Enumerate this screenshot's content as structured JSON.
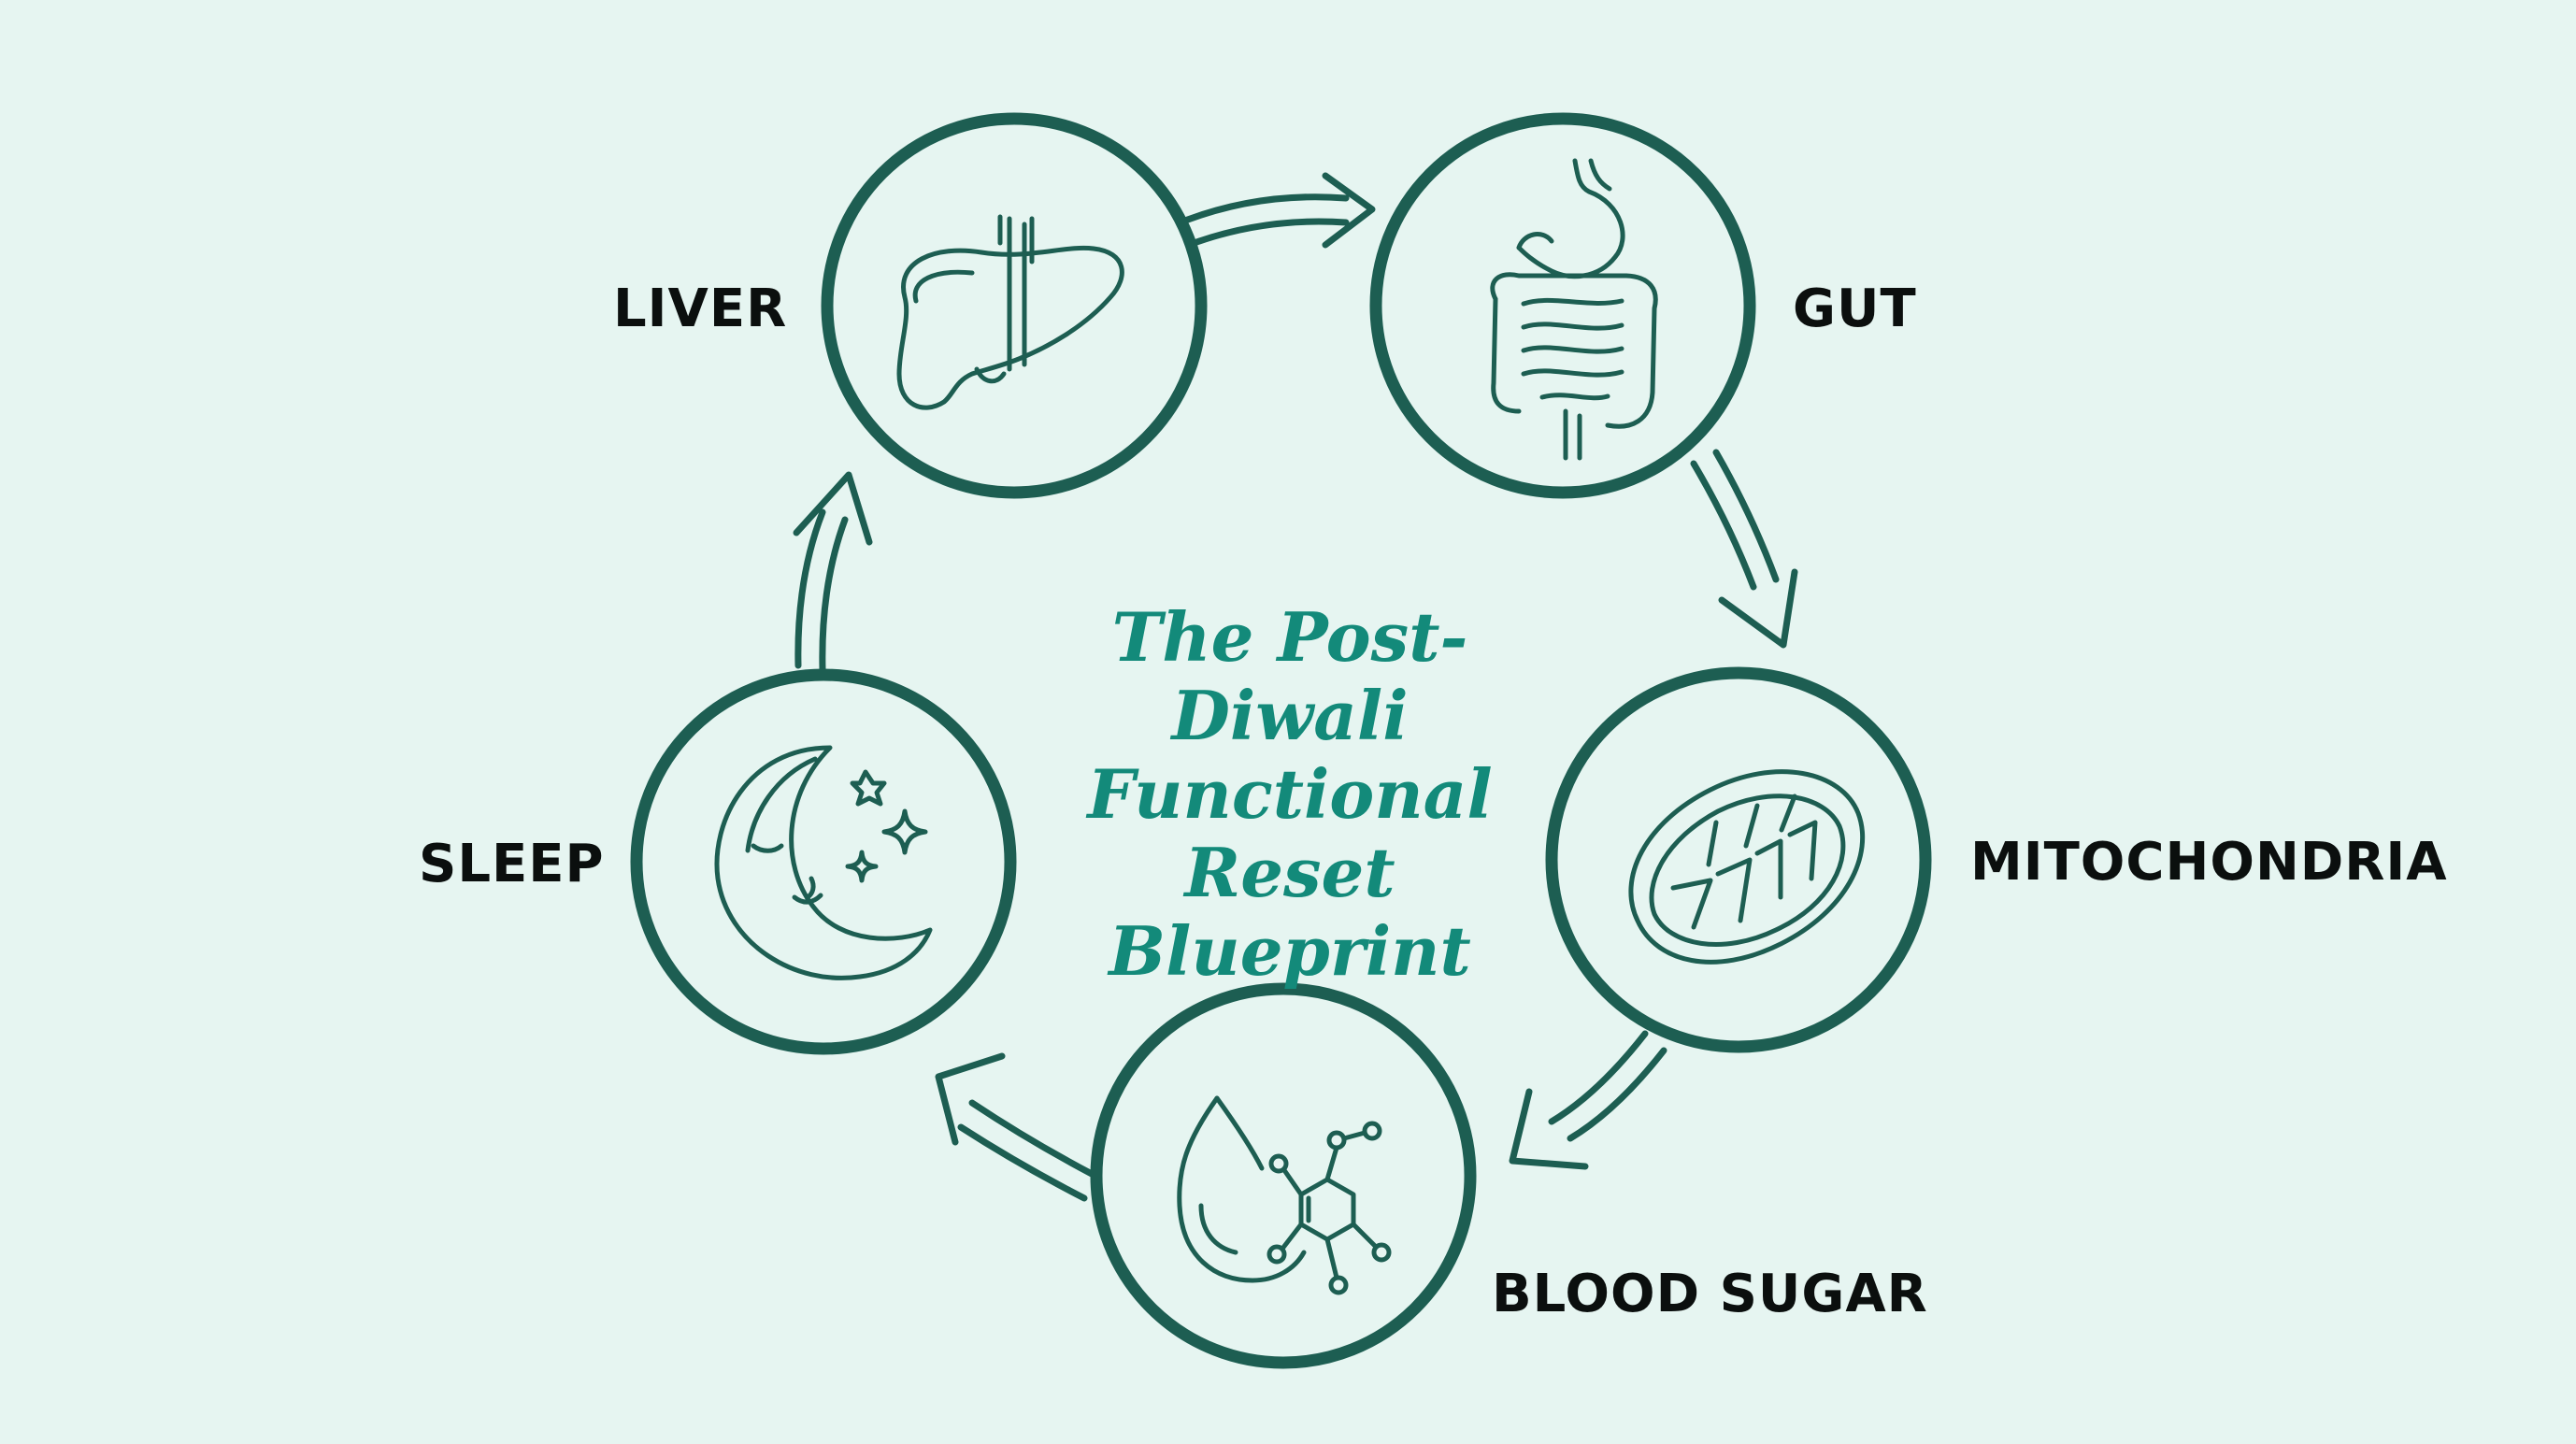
{
  "title": {
    "line1": "The Post-Diwali",
    "line2": "Functional Reset",
    "line3": "Blueprint"
  },
  "nodes": [
    {
      "id": "liver",
      "label": "LIVER",
      "icon": "liver-icon"
    },
    {
      "id": "gut",
      "label": "GUT",
      "icon": "gut-icon"
    },
    {
      "id": "mitochondria",
      "label": "MITOCHONDRIA",
      "icon": "mitochondria-icon"
    },
    {
      "id": "blood-sugar",
      "label": "BLOOD SUGAR",
      "icon": "blood-sugar-icon"
    },
    {
      "id": "sleep",
      "label": "SLEEP",
      "icon": "moon-stars-icon"
    }
  ],
  "colors": {
    "background": "#e6f5f1",
    "stroke": "#1d5e52",
    "title": "#138a7a",
    "label": "#0b0f0e"
  }
}
